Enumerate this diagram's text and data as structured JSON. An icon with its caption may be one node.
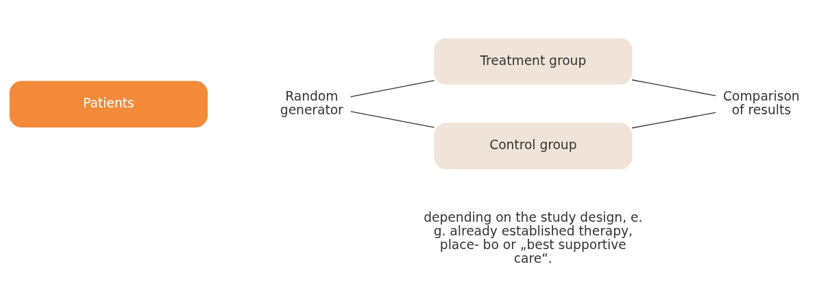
{
  "diagram": {
    "nodes": [
      {
        "text": [
          "Patients"
        ]
      },
      {
        "text": [
          "Random generator"
        ]
      },
      {
        "text": [
          "Treatment group"
        ]
      },
      {
        "text": [
          "Control group"
        ],
        "beside": [
          "depending on the study design, e. g. already established therapy, place- bo or „best supportive care“."
        ]
      },
      {
        "text": [
          "Comparison of results"
        ]
      }
    ],
    "edges": [
      {
        "from": 1,
        "to": 2,
        "arrow": "none"
      },
      {
        "from": 1,
        "to": 3,
        "arrow": "none"
      },
      {
        "from": 2,
        "to": 4,
        "arrow": "none"
      },
      {
        "from": 3,
        "to": 4,
        "arrow": "none"
      }
    ]
  }
}
